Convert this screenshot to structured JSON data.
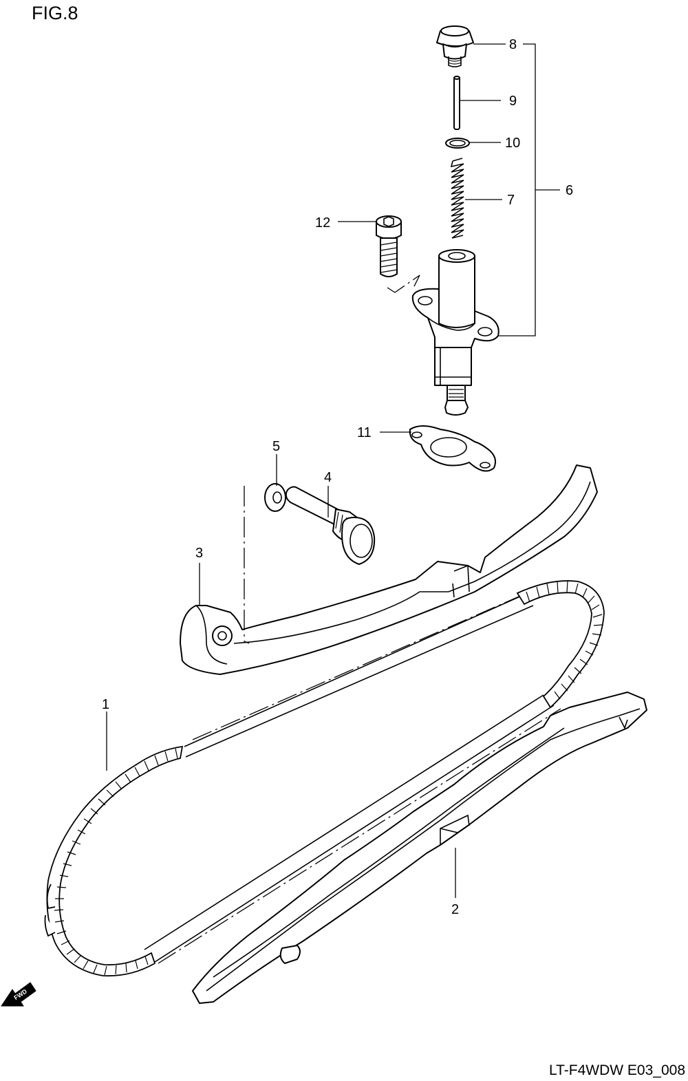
{
  "figure": {
    "title": "FIG.8",
    "code": "LT-F4WDW E03_008"
  },
  "orientation": {
    "label": "FWD"
  },
  "callouts": [
    {
      "id": "label-1",
      "text": "1"
    },
    {
      "id": "label-2",
      "text": "2"
    },
    {
      "id": "label-3",
      "text": "3"
    },
    {
      "id": "label-4",
      "text": "4"
    },
    {
      "id": "label-5",
      "text": "5"
    },
    {
      "id": "label-6",
      "text": "6"
    },
    {
      "id": "label-7",
      "text": "7"
    },
    {
      "id": "label-8",
      "text": "8"
    },
    {
      "id": "label-9",
      "text": "9"
    },
    {
      "id": "label-10",
      "text": "10"
    },
    {
      "id": "label-11",
      "text": "11"
    },
    {
      "id": "label-12",
      "text": "12"
    }
  ]
}
